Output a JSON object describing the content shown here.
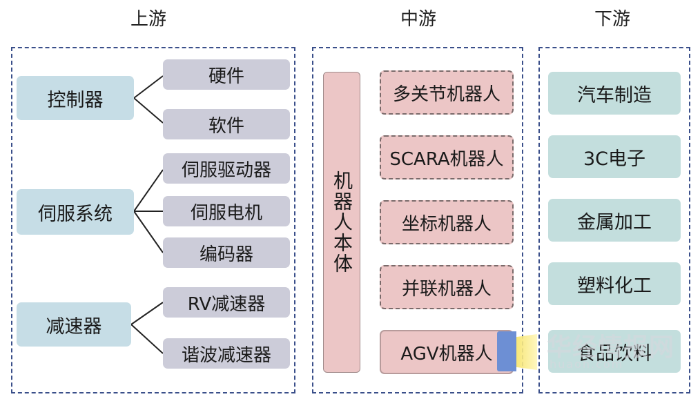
{
  "titles": {
    "upstream": "上游",
    "midstream": "中游",
    "downstream": "下游"
  },
  "upstream": {
    "controller": {
      "label": "控制器",
      "children": [
        "硬件",
        "软件"
      ]
    },
    "servo": {
      "label": "伺服系统",
      "children": [
        "伺服驱动器",
        "伺服电机",
        "编码器"
      ]
    },
    "reducer": {
      "label": "减速器",
      "children": [
        "RV减速器",
        "谐波减速器"
      ]
    }
  },
  "midstream": {
    "body_label": "机器人本体",
    "types": [
      "多关节机器人",
      "SCARA机器人",
      "坐标机器人",
      "并联机器人",
      "AGV机器人"
    ]
  },
  "downstream": {
    "industries": [
      "汽车制造",
      "3C电子",
      "金属加工",
      "塑料化工",
      "食品饮料"
    ]
  },
  "watermark": {
    "brand": "华经情报网",
    "sub": "huaon.com"
  },
  "colors": {
    "border": "#3a4f8a",
    "upstream_parent": "#c6dde6",
    "upstream_child": "#ccccd9",
    "midstream": "#ecc6c6",
    "downstream": "#c3dedd"
  }
}
